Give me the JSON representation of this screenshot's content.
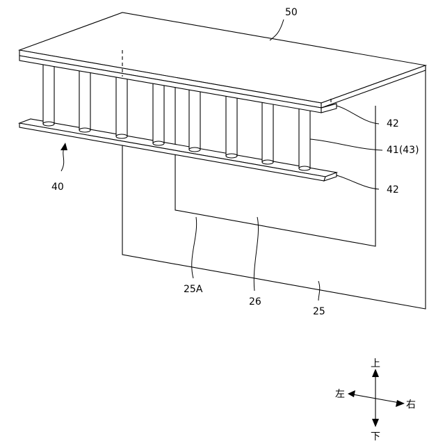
{
  "labels": {
    "unit_50": "50",
    "unit_42_upper": "42",
    "unit_41_43": "41(43)",
    "unit_42_lower": "42",
    "unit_40": "40",
    "unit_25A": "25A",
    "unit_26": "26",
    "unit_25": "25"
  },
  "directions": {
    "up": "上",
    "down": "下",
    "left": "左",
    "right": "右"
  }
}
